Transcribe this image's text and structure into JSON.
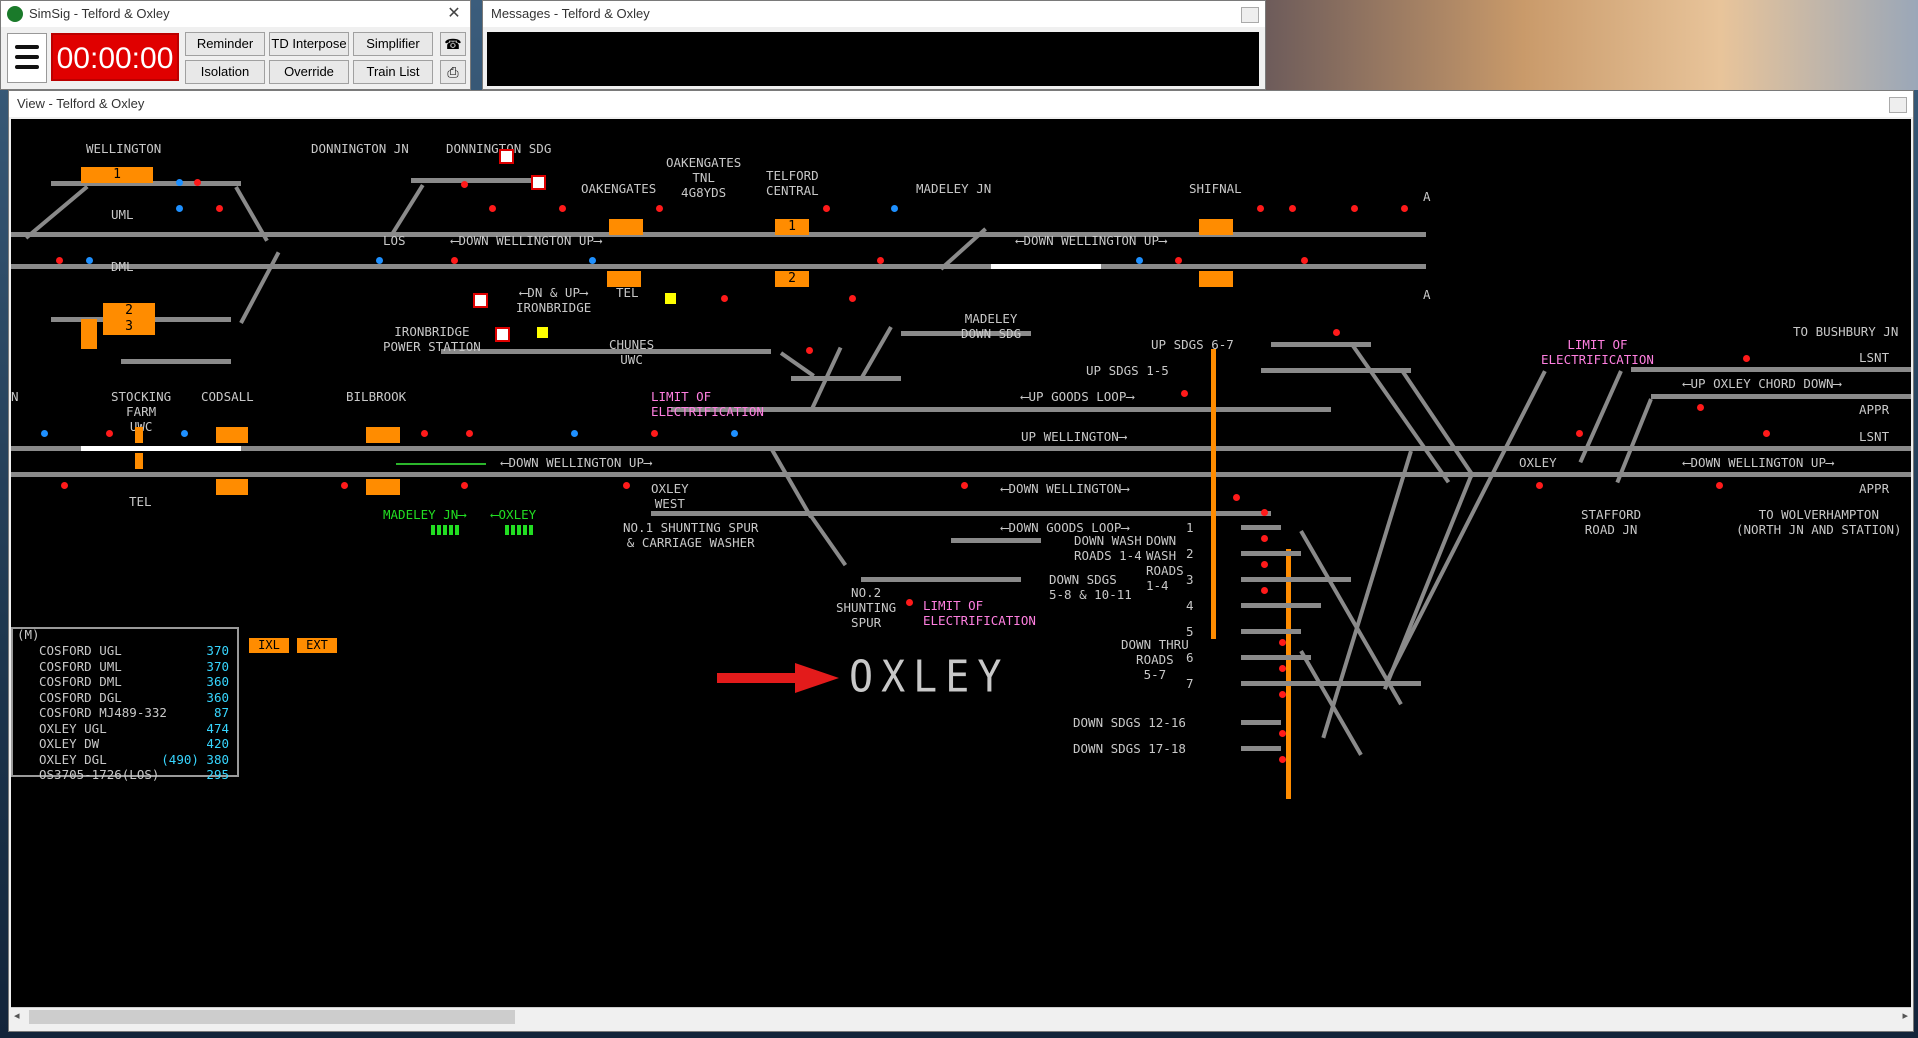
{
  "main_window": {
    "title": "SimSig - Telford & Oxley",
    "clock": "00:00:00",
    "buttons": [
      "Reminder",
      "TD Interpose",
      "Simplifier",
      "Isolation",
      "Override",
      "Train List"
    ],
    "icons": [
      "telephone-icon",
      "printer-icon"
    ]
  },
  "messages_window": {
    "title": "Messages - Telford & Oxley"
  },
  "view_window": {
    "title": "View - Telford & Oxley",
    "labels": {
      "wellington": "WELLINGTON",
      "donnington_jn": "DONNINGTON JN",
      "donnington_sdg": "DONNINGTON SDG",
      "oakengates": "OAKENGATES",
      "oakengates_tnl": "OAKENGATES\nTNL\n4G8YDS",
      "telford_central": "TELFORD\nCENTRAL",
      "madeley_jn": "MADELEY JN",
      "shifnal": "SHIFNAL",
      "uml": "UML",
      "dml": "DML",
      "los1": "LOS",
      "down_wellington_up_1": "⟵DOWN WELLINGTON UP⟶",
      "down_wellington_up_2": "⟵DOWN WELLINGTON UP⟶",
      "dn_up_ironbridge": "⟵DN & UP⟶\nIRONBRIDGE",
      "tel": "TEL",
      "ironbridge_ps": "IRONBRIDGE\nPOWER STATION",
      "chunes_uwc": "CHUNES\nUWC",
      "madeley_down_sdg": "MADELEY\nDOWN SDG",
      "up_sdgs_6_7": "UP SDGS 6-7",
      "up_sdgs_1_5": "UP SDGS 1-5",
      "to_bushbury": "TO BUSHBURY JN",
      "lsnt1": "LSNT",
      "lsnt2": "LSNT",
      "appr1": "APPR",
      "appr2": "APPR",
      "limit_elec_1": "LIMIT OF\nELECTRIFICATION",
      "limit_elec_2": "LIMIT OF\nELECTRIFICATION",
      "limit_elec_3": "LIMIT OF\nELECTRIFICATION",
      "up_oxley_chord_down": "⟵UP OXLEY CHORD DOWN⟶",
      "stocking_farm": "STOCKING\nFARM\nUWC",
      "codsall": "CODSALL",
      "bilbrook": "BILBROOK",
      "up_goods_loop": "⟵UP GOODS LOOP⟶",
      "up_wellington": "UP WELLINGTON⟶",
      "down_wellington_up_3": "⟵DOWN WELLINGTON UP⟶",
      "down_wellington_up_4": "⟵DOWN WELLINGTON UP⟶",
      "down_wellington": "⟵DOWN WELLINGTON⟶",
      "down_goods_loop": "⟵DOWN GOODS LOOP⟶",
      "oxley": "OXLEY",
      "oxley_west": "OXLEY\nWEST",
      "tel2": "TEL",
      "madeley_jn_arrow": "MADELEY JN⟶",
      "oxley_arrow": "⟵OXLEY",
      "no1_shunting": "NO.1 SHUNTING SPUR\n& CARRIAGE WASHER",
      "down_wash_roads_1": "DOWN WASH\nROADS 1-4",
      "down_wash_roads_2": "DOWN\nWASH\nROADS\n1-4",
      "down_sdgs_5_8": "DOWN SDGS\n5-8 & 10-11",
      "no2_shunting": "NO.2\nSHUNTING\nSPUR",
      "down_thru_roads": "DOWN THRU\nROADS\n5-7",
      "down_sdgs_12_16": "DOWN SDGS 12-16",
      "down_sdgs_17_18": "DOWN SDGS 17-18",
      "stafford_road_jn": "STAFFORD\nROAD JN",
      "to_wolverhampton": "TO WOLVERHAMPTON\n(NORTH JN AND STATION)",
      "oxley_big": "OXLEY",
      "ixl": "IXL",
      "ext": "EXT",
      "info_header": "(M)"
    },
    "td_numbers": [
      "1",
      "2",
      "3",
      "1",
      "2"
    ],
    "track_numbers": [
      "1",
      "2",
      "3",
      "4",
      "5",
      "6",
      "7"
    ],
    "info_rows": [
      {
        "name": "COSFORD UGL",
        "value": "370"
      },
      {
        "name": "COSFORD UML",
        "value": "370"
      },
      {
        "name": "COSFORD DML",
        "value": "360"
      },
      {
        "name": "COSFORD DGL",
        "value": "360"
      },
      {
        "name": "COSFORD MJ489-332",
        "value": "87"
      },
      {
        "name": "OXLEY UGL",
        "value": "474"
      },
      {
        "name": "OXLEY DW",
        "value": "420"
      },
      {
        "name": "OXLEY DGL",
        "value": "(490) 380"
      },
      {
        "name": "OS3705-1726(LOS)",
        "value": "295"
      }
    ]
  },
  "colors": {
    "panel_bg": "#000000",
    "track": "#8a8a8a",
    "td_box": "#ff8c00",
    "signal_red": "#ff1a1a",
    "clock_red": "#e00000"
  }
}
